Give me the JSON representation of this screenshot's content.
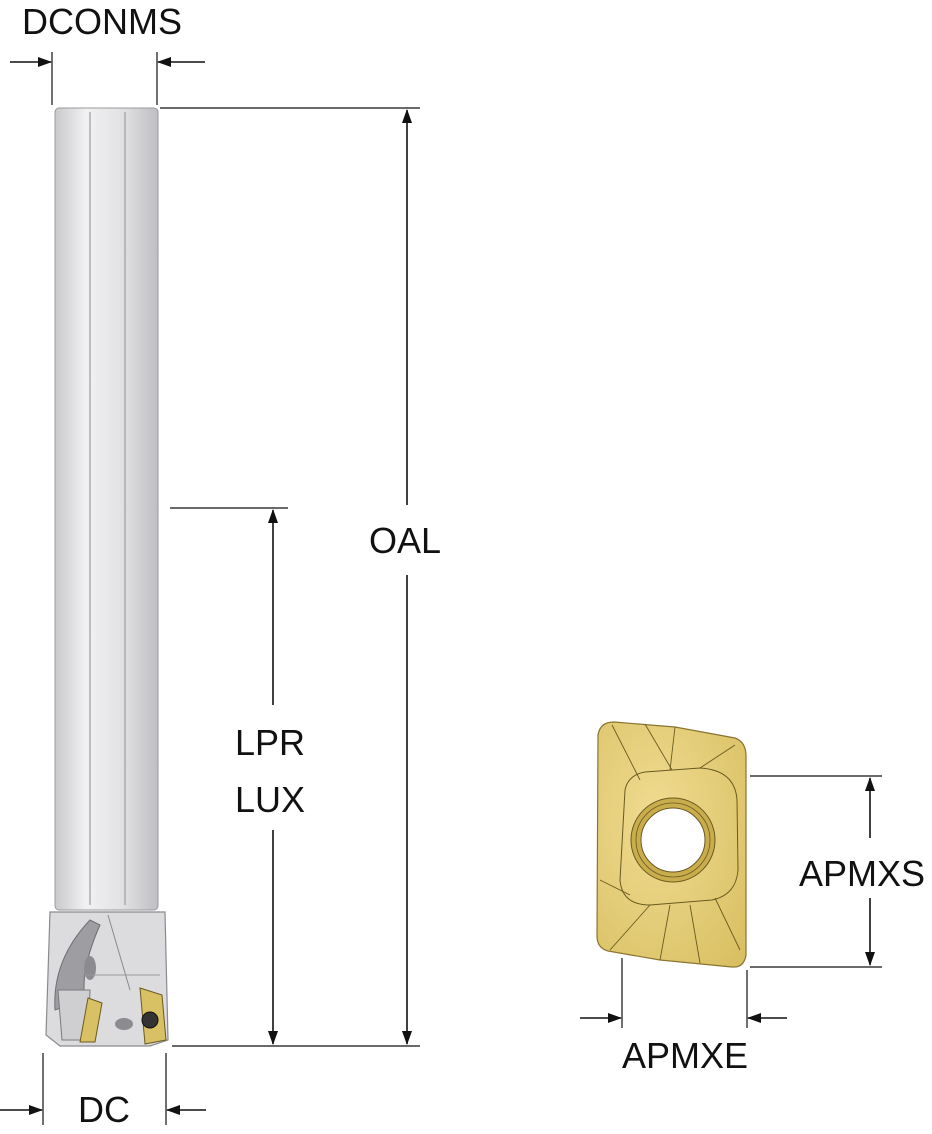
{
  "labels": {
    "dconms": "DCONMS",
    "oal": "OAL",
    "lpr": "LPR",
    "lux": "LUX",
    "dc": "DC",
    "apmxs": "APMXS",
    "apmxe": "APMXE"
  },
  "colors": {
    "insert_gold": "#e6cf7a",
    "shank_grey": "#e4e4e6",
    "line": "#111111"
  }
}
